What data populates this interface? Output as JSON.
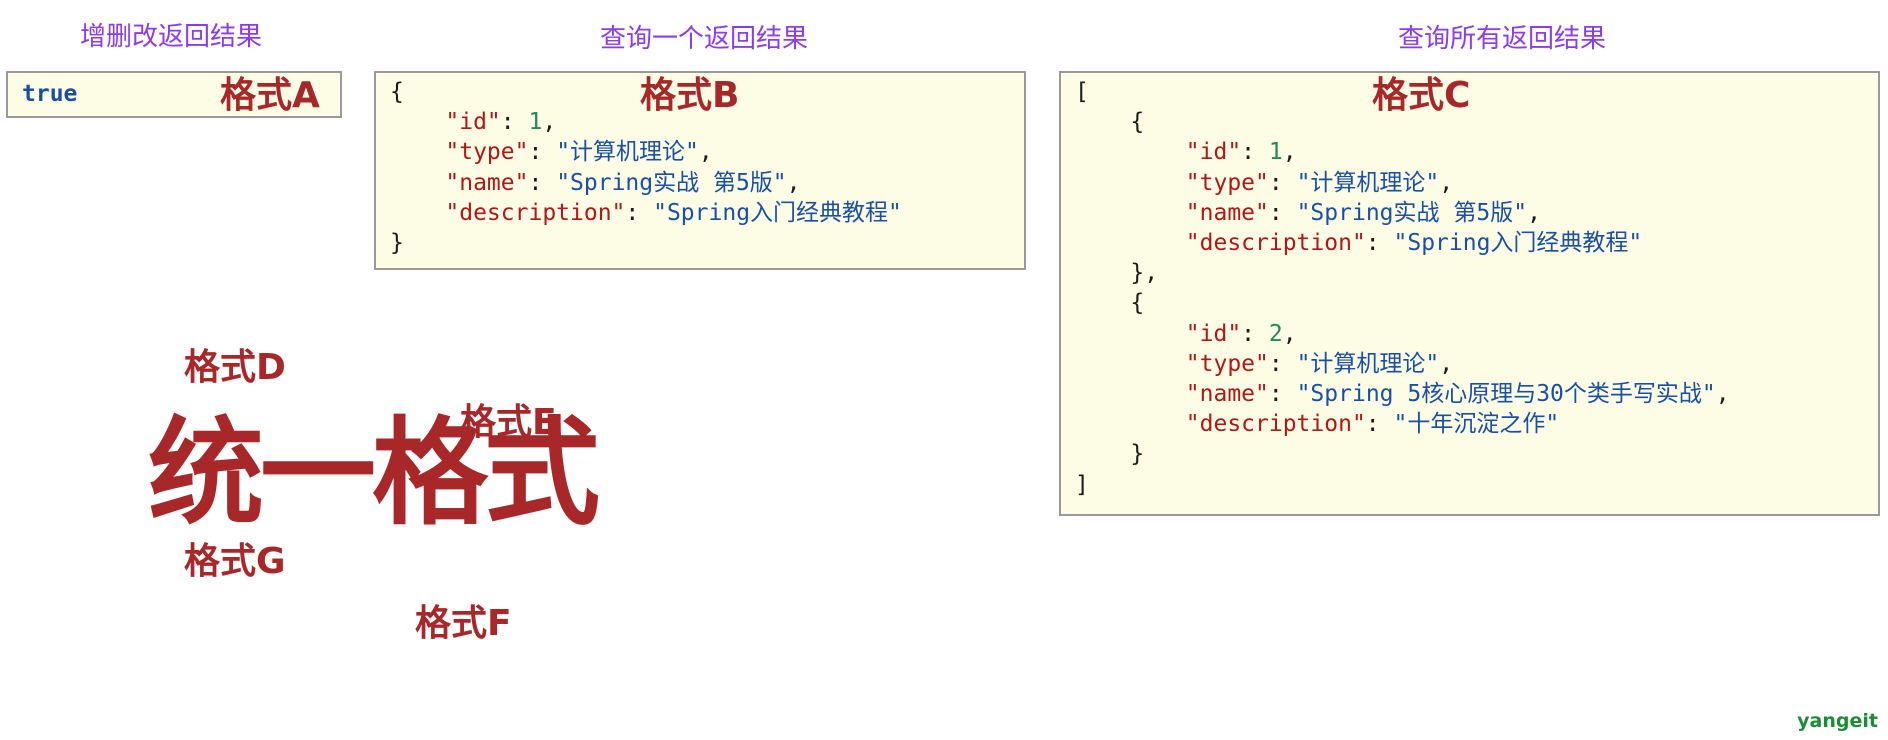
{
  "captions": {
    "a": "增删改返回结果",
    "b": "查询一个返回结果",
    "c": "查询所有返回结果"
  },
  "formats": {
    "a": "格式A",
    "b": "格式B",
    "c": "格式C",
    "d": "格式D",
    "e": "格式E",
    "f": "格式F",
    "g": "格式G",
    "unified": "统一格式"
  },
  "box_a": {
    "value": "true"
  },
  "box_b": {
    "open": "{",
    "close": "}",
    "fields": [
      {
        "key": "\"id\"",
        "sep": ": ",
        "value": "1",
        "kind": "n",
        "tail": ","
      },
      {
        "key": "\"type\"",
        "sep": ": ",
        "value": "\"计算机理论\"",
        "kind": "s",
        "tail": ","
      },
      {
        "key": "\"name\"",
        "sep": ": ",
        "value": "\"Spring实战 第5版\"",
        "kind": "s",
        "tail": ","
      },
      {
        "key": "\"description\"",
        "sep": ": ",
        "value": "\"Spring入门经典教程\"",
        "kind": "s",
        "tail": ""
      }
    ]
  },
  "box_c": {
    "open": "[",
    "close": "]",
    "obj_open": "{",
    "obj_close_1": "},",
    "obj_close_2": "}",
    "items": [
      [
        {
          "key": "\"id\"",
          "sep": ": ",
          "value": "1",
          "kind": "n",
          "tail": ","
        },
        {
          "key": "\"type\"",
          "sep": ": ",
          "value": "\"计算机理论\"",
          "kind": "s",
          "tail": ","
        },
        {
          "key": "\"name\"",
          "sep": ": ",
          "value": "\"Spring实战 第5版\"",
          "kind": "s",
          "tail": ","
        },
        {
          "key": "\"description\"",
          "sep": ": ",
          "value": "\"Spring入门经典教程\"",
          "kind": "s",
          "tail": ""
        }
      ],
      [
        {
          "key": "\"id\"",
          "sep": ": ",
          "value": "2",
          "kind": "n",
          "tail": ","
        },
        {
          "key": "\"type\"",
          "sep": ": ",
          "value": "\"计算机理论\"",
          "kind": "s",
          "tail": ","
        },
        {
          "key": "\"name\"",
          "sep": ": ",
          "value": "\"Spring 5核心原理与30个类手写实战\"",
          "kind": "s",
          "tail": ","
        },
        {
          "key": "\"description\"",
          "sep": ": ",
          "value": "\"十年沉淀之作\"",
          "kind": "s",
          "tail": ""
        }
      ]
    ]
  },
  "logo": "yangeit",
  "colors": {
    "caption": "#8b3cf0",
    "format": "#a8282a",
    "box_bg": "#fdfde6",
    "key": "#b01818",
    "string": "#1a4fa3",
    "number": "#1e8a5a",
    "logo": "#1c8c36"
  }
}
